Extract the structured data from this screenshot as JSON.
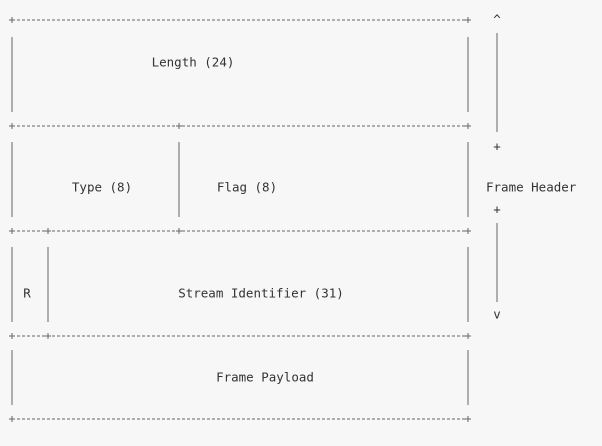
{
  "diagram": {
    "fields": {
      "length": "Length (24)",
      "type": "Type (8)",
      "flag": "Flag (8)",
      "reserved": "R",
      "stream_identifier": "Stream Identifier (31)",
      "frame_payload": "Frame Payload"
    },
    "brace": {
      "label": "Frame Header",
      "top_arrow": "^",
      "bottom_arrow": "v",
      "plus": "+"
    }
  }
}
